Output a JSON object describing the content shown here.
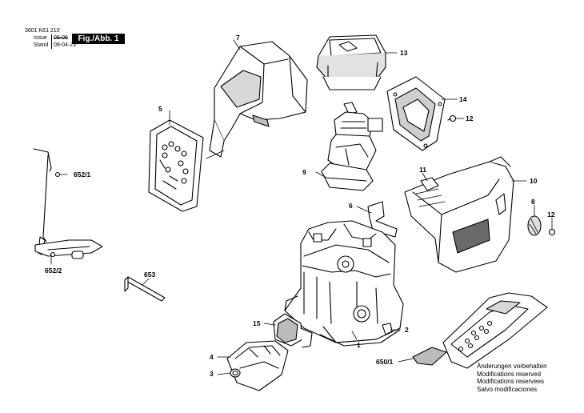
{
  "header": {
    "part_number": "3601 K61 210",
    "issue_label": "Issue",
    "issue_value": "09-06",
    "stand_label": "Stand",
    "stand_value": "09-04-23",
    "figure_tag": "Fig./Abb. 1"
  },
  "notes": [
    "Änderungen vorbehalten",
    "Modifications reserved",
    "Modifications reservees",
    "Salvo modificaciones"
  ],
  "callouts": {
    "c1": "1",
    "c2": "2",
    "c3": "3",
    "c4": "4",
    "c5": "5",
    "c6": "6",
    "c7": "7",
    "c8": "8",
    "c9": "9",
    "c10": "10",
    "c11": "11",
    "c12a": "12",
    "c12b": "12",
    "c13": "13",
    "c14": "14",
    "c15": "15",
    "c650_1": "650/1",
    "c652_1": "652/1",
    "c652_2": "652/2",
    "c653": "653"
  },
  "colors": {
    "ink": "#000000",
    "paper": "#ffffff",
    "shade": "#bdbdbd",
    "dark": "#6a6a6a"
  }
}
